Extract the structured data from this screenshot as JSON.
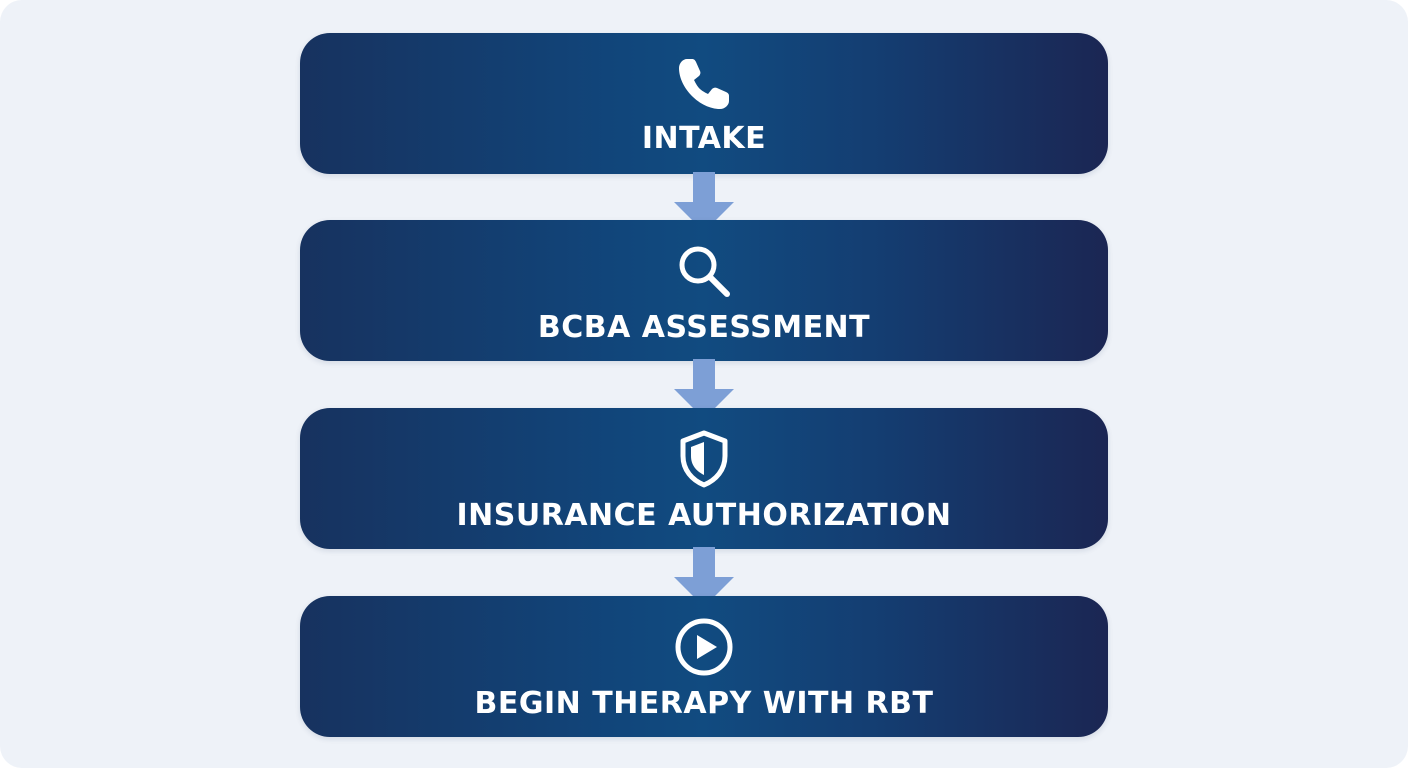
{
  "colors": {
    "background": "#eef2f8",
    "box_left": "#17325f",
    "box_center": "#114b80",
    "box_right": "#1b2653",
    "arrow": "#7d9fd6",
    "text": "#ffffff"
  },
  "steps": [
    {
      "label": "INTAKE",
      "icon": "phone-icon"
    },
    {
      "label": "BCBA ASSESSMENT",
      "icon": "search-icon"
    },
    {
      "label": "INSURANCE AUTHORIZATION",
      "icon": "shield-icon"
    },
    {
      "label": "BEGIN THERAPY WITH RBT",
      "icon": "play-circle-icon"
    }
  ]
}
